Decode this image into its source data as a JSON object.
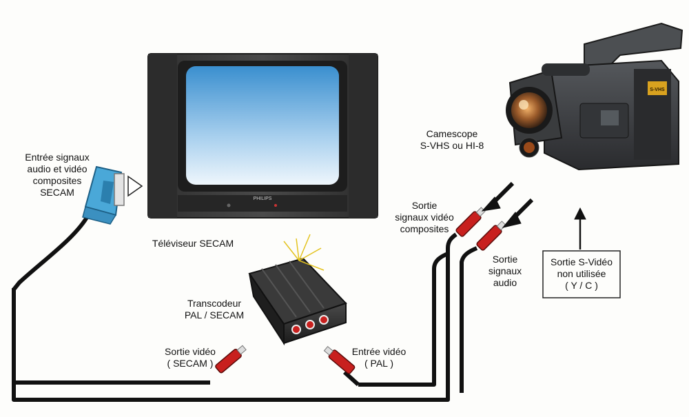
{
  "labels": {
    "scart_input": [
      "Entrée signaux",
      "audio et vidéo",
      "composites",
      "SECAM"
    ],
    "television": "Téléviseur SECAM",
    "camcorder": [
      "Camescope",
      "S-VHS ou HI-8"
    ],
    "composite_video_out": [
      "Sortie",
      "signaux vidéo",
      "composites"
    ],
    "audio_out": [
      "Sortie",
      "signaux",
      "audio"
    ],
    "svideo_out": [
      "Sortie S-Vidéo",
      "non utilisée",
      "( Y / C )"
    ],
    "transcoder": [
      "Transcodeur",
      "PAL / SECAM"
    ],
    "video_out_secam": [
      "Sortie vidéo",
      "( SECAM )"
    ],
    "video_in_pal": [
      "Entrée vidéo",
      "( PAL )"
    ]
  },
  "device_text": {
    "tv_brand": "PHILIPS",
    "camcorder_badge": "S-VHS"
  },
  "colors": {
    "cable": "#111111",
    "rca_plug": "#c8201e",
    "scart_plug": "#4aa8d8",
    "tv_screen_top": "#3a8fcf",
    "tv_screen_bottom": "#e9f3fb",
    "tv_body": "#3a3a3a",
    "camcorder_body": "#3b3d40",
    "badge": "#d9a21f"
  }
}
